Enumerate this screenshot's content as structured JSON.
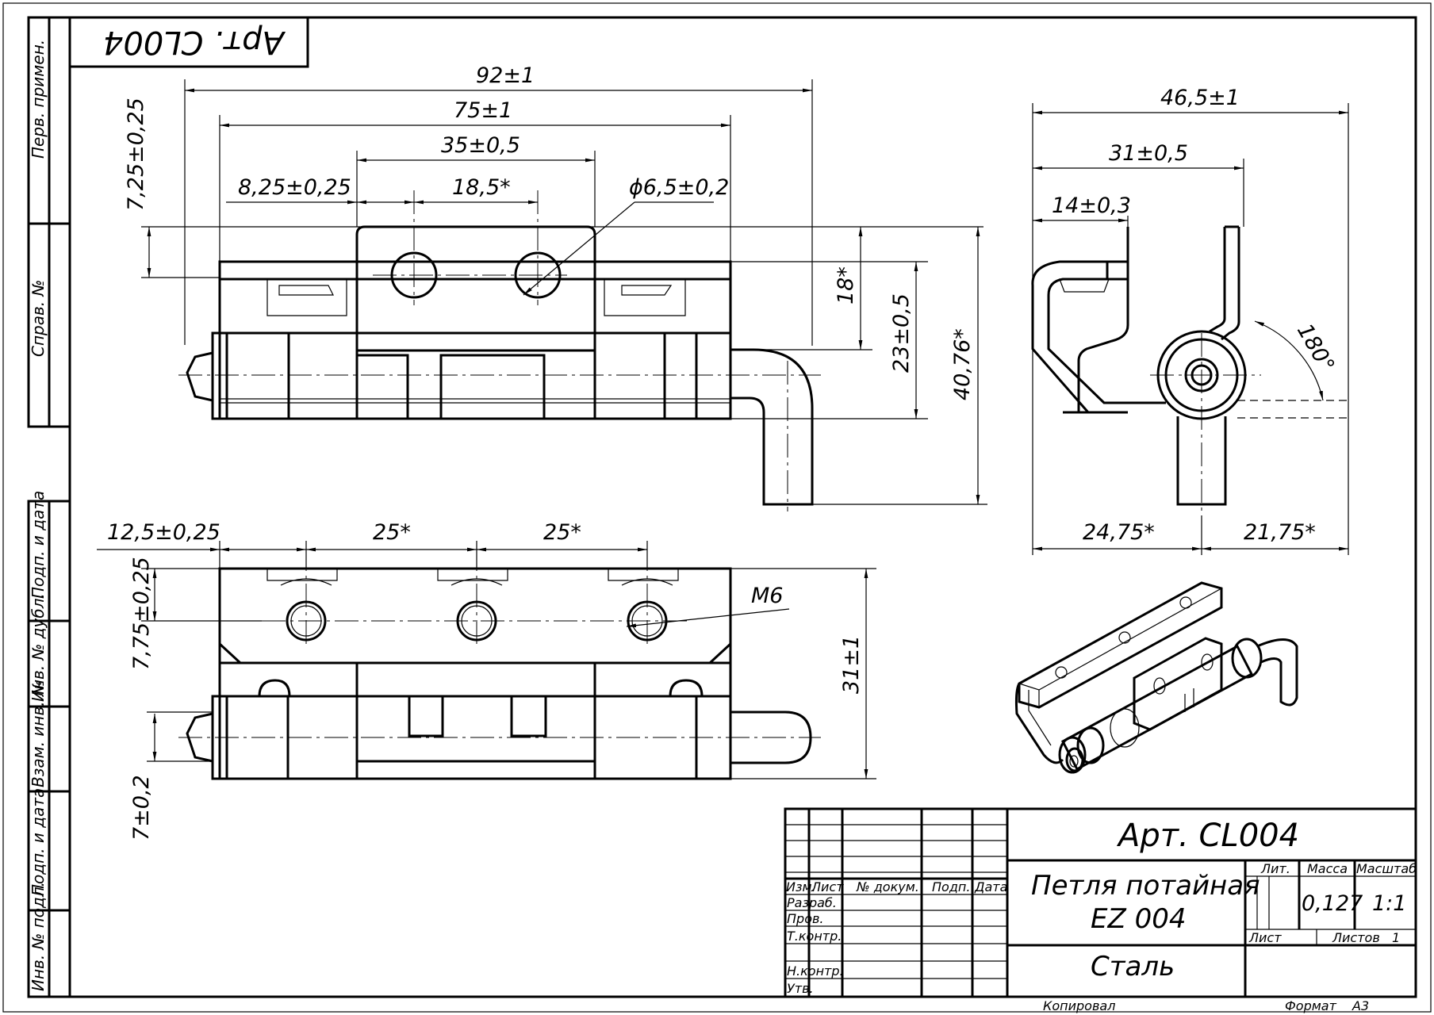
{
  "stamp_top": "Арт. CL004",
  "side_strip": {
    "upper": [
      "Перв. примен.",
      "Справ. №"
    ],
    "lower": [
      "Подп. и дата",
      "Инв. № дубл.",
      "Взам. инв. №",
      "Подп. и дата",
      "Инв. № подл."
    ]
  },
  "front_view_dims": {
    "d92": "92±1",
    "d75": "75±1",
    "d35": "35±0,5",
    "d8_25": "8,25±0,25",
    "d18_5": "18,5*",
    "d6_5": "ϕ6,5±0,2",
    "d7_25": "7,25±0,25",
    "d18": "18*",
    "d23": "23±0,5",
    "d40_76": "40,76*"
  },
  "side_view_dims": {
    "d46_5": "46,5±1",
    "d31": "31±0,5",
    "d14": "14±0,3",
    "a180": "180°",
    "d24_75": "24,75*",
    "d21_75": "21,75*"
  },
  "top_view_dims": {
    "d12_5": "12,5±0,25",
    "d25a": "25*",
    "d25b": "25*",
    "m6": "M6",
    "d7_75": "7,75±0,25",
    "d31": "31±1",
    "d7": "7±0,2"
  },
  "title_block": {
    "article": "Арт. CL004",
    "name_line1": "Петля потайная",
    "name_line2": "EZ 004",
    "material": "Сталь",
    "col_izm": "Изм.",
    "col_list": "Лист",
    "col_doc": "№ докум.",
    "col_podp": "Подп.",
    "col_data": "Дата",
    "row_razrab": "Разраб.",
    "row_prov": "Пров.",
    "row_tkontr": "Т.контр.",
    "row_nkontr": "Н.контр.",
    "row_utv": "Утв.",
    "lit_label": "Лит.",
    "mass_label": "Масса",
    "scale_label": "Масштаб",
    "mass_value": "0,127",
    "scale_value": "1:1",
    "sheet_label": "Лист",
    "sheets_label": "Листов",
    "sheets_value": "1"
  },
  "footer": {
    "copied": "Копировал",
    "format_label": "Формат",
    "format_value": "A3"
  }
}
